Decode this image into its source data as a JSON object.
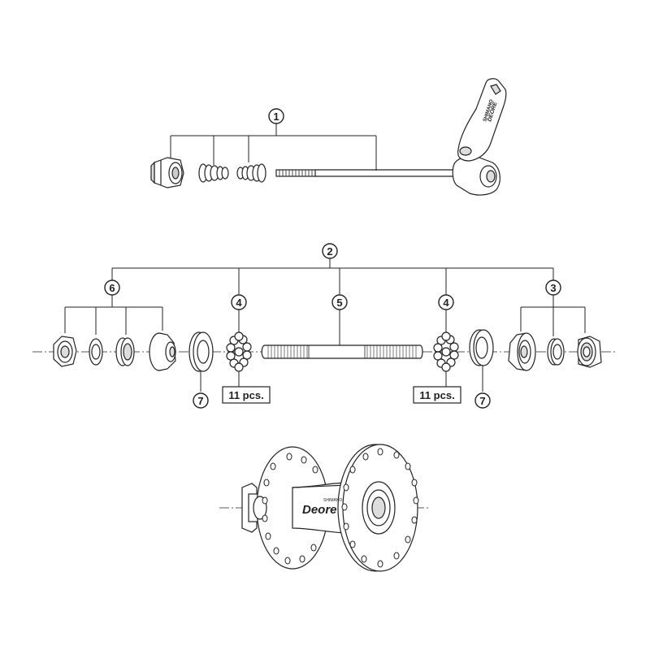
{
  "diagram": {
    "callouts": {
      "c1": "1",
      "c2": "2",
      "c3": "3",
      "c4a": "4",
      "c4b": "4",
      "c5": "5",
      "c6": "6",
      "c7a": "7",
      "c7b": "7"
    },
    "quantity_labels": {
      "left": "11 pcs.",
      "right": "11 pcs."
    },
    "brand": {
      "maker": "SHIMANO",
      "model": "Deore",
      "lever_maker": "SHIMANO",
      "lever_model": "DEORE"
    },
    "colors": {
      "line": "#222222",
      "shade": "#d9d9d9",
      "fill": "#ffffff"
    }
  }
}
